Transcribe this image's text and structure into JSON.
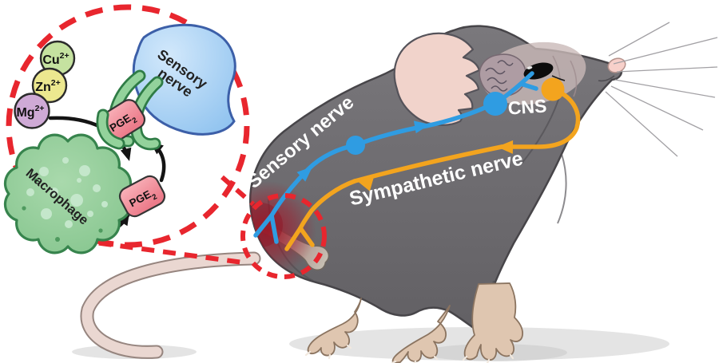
{
  "scene": {
    "background_color": "#ffffff",
    "highlight_color": "#e8262e",
    "mouse": {
      "body_color": "#6f6d71",
      "cns_label": "CNS",
      "sensory_nerve_label": "Sensory nerve",
      "sympathetic_nerve_label": "Sympathetic nerve",
      "sensory_nerve_color": "#2f9ce2",
      "sympathetic_nerve_color": "#f3a41e"
    },
    "inset": {
      "ions": [
        {
          "symbol": "Cu",
          "charge": "2+",
          "color": "#c5e2a0"
        },
        {
          "symbol": "Zn",
          "charge": "2+",
          "color": "#ece88f"
        },
        {
          "symbol": "Mg",
          "charge": "2+",
          "color": "#cfaad6"
        }
      ],
      "macrophage": {
        "label": "Macrophage",
        "color": "#92cc98"
      },
      "sensory_nerve": {
        "label_line1": "Sensory",
        "label_line2": "nerve",
        "color": "#a9d3f5"
      },
      "pge2": {
        "label": "PGE",
        "subscript": "2",
        "color": "#f28a96"
      }
    }
  }
}
